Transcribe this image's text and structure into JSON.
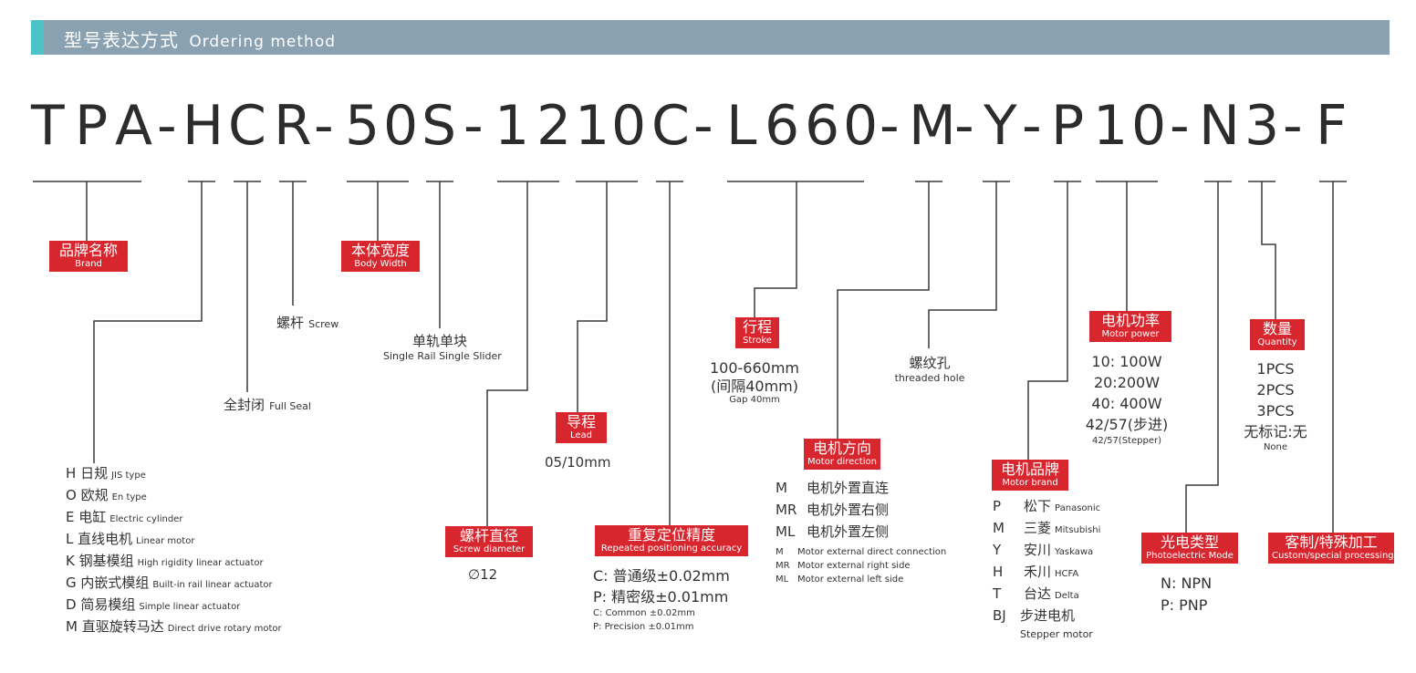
{
  "header": {
    "title_cn": "型号表达方式",
    "title_en": "Ordering method"
  },
  "model_code": [
    "T",
    "P",
    "A",
    "-",
    "H",
    "C",
    "R",
    "-",
    "5",
    "0",
    "S",
    "-",
    "1",
    "2",
    "1",
    "0",
    "C",
    "-",
    "L",
    "6",
    "6",
    "0",
    "-",
    "M",
    "-",
    "Y",
    "-",
    "P",
    "1",
    "0",
    "-",
    "N",
    "3",
    "-",
    "F"
  ],
  "brand": {
    "cn": "品牌名称",
    "en": "Brand"
  },
  "body_width": {
    "cn": "本体宽度",
    "en": "Body Width"
  },
  "screw": {
    "cn": "螺杆",
    "en": "Screw"
  },
  "full_seal": {
    "cn": "全封闭",
    "en": "Full Seal"
  },
  "slider": {
    "cn": "单轨单块",
    "en": "Single Rail Single Slider"
  },
  "types": [
    {
      "code": "H",
      "cn": "日规",
      "en": "JIS type"
    },
    {
      "code": "O",
      "cn": "欧规",
      "en": "En type"
    },
    {
      "code": "E",
      "cn": "电缸",
      "en": "Electric cylinder"
    },
    {
      "code": "L",
      "cn": "直线电机",
      "en": "Linear motor"
    },
    {
      "code": "K",
      "cn": "钢基模组",
      "en": "High rigidity linear actuator"
    },
    {
      "code": "G",
      "cn": "内嵌式模组",
      "en": "Built-in rail linear actuator"
    },
    {
      "code": "D",
      "cn": "简易模组",
      "en": "Simple linear actuator"
    },
    {
      "code": "M",
      "cn": "直驱旋转马达",
      "en": "Direct drive rotary motor"
    }
  ],
  "screw_diameter": {
    "cn": "螺杆直径",
    "en": "Screw diameter",
    "value": "∅12"
  },
  "lead": {
    "cn": "导程",
    "en": "Lead",
    "value": "05/10mm"
  },
  "accuracy": {
    "cn": "重复定位精度",
    "en": "Repeated positioning accuracy",
    "line1": "C: 普通级±0.02mm",
    "line2": "P: 精密级±0.01mm",
    "en1": "C: Common ±0.02mm",
    "en2": "P: Precision ±0.01mm"
  },
  "stroke": {
    "cn": "行程",
    "en": "Stroke",
    "line1": "100-660mm",
    "line2": "(间隔40mm)",
    "line3": "Gap 40mm"
  },
  "motor_direction": {
    "cn": "电机方向",
    "en": "Motor direction",
    "items": [
      {
        "code": "M",
        "cn": "电机外置直连"
      },
      {
        "code": "MR",
        "cn": "电机外置右侧"
      },
      {
        "code": "ML",
        "cn": "电机外置左侧"
      }
    ],
    "en_items": [
      {
        "code": "M",
        "en": "Motor external direct connection"
      },
      {
        "code": "MR",
        "en": "Motor external right side"
      },
      {
        "code": "ML",
        "en": "Motor external left side"
      }
    ]
  },
  "threaded_hole": {
    "cn": "螺纹孔",
    "en": "threaded hole"
  },
  "motor_brand": {
    "cn": "电机品牌",
    "en": "Motor brand",
    "items": [
      {
        "code": "P",
        "cn": "松下",
        "en": "Panasonic"
      },
      {
        "code": "M",
        "cn": "三菱",
        "en": "Mitsubishi"
      },
      {
        "code": "Y",
        "cn": "安川",
        "en": "Yaskawa"
      },
      {
        "code": "H",
        "cn": "禾川",
        "en": "HCFA"
      },
      {
        "code": "T",
        "cn": "台达",
        "en": "Delta"
      },
      {
        "code": "BJ",
        "cn": "步进电机",
        "en": "Stepper motor"
      }
    ]
  },
  "motor_power": {
    "cn": "电机功率",
    "en": "Motor power",
    "items": [
      "10: 100W",
      "20:200W",
      "40: 400W",
      "42/57(步进)"
    ],
    "note": "42/57(Stepper)"
  },
  "photoelectric": {
    "cn": "光电类型",
    "en": "Photoelectric Mode",
    "items": [
      "N: NPN",
      "P: PNP"
    ]
  },
  "quantity": {
    "cn": "数量",
    "en": "Quantity",
    "items": [
      "1PCS",
      "2PCS",
      "3PCS",
      "无标记:无"
    ],
    "note": "None"
  },
  "custom": {
    "cn": "客制/特殊加工",
    "en": "Custom/special processing"
  }
}
